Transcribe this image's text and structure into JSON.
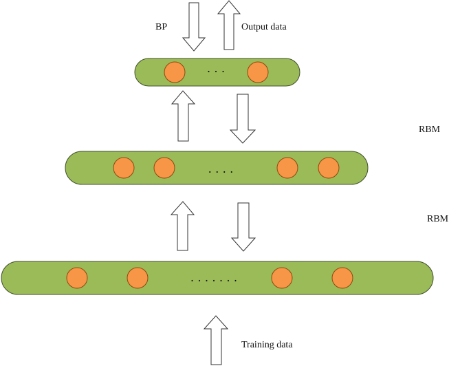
{
  "labels": {
    "bp": "BP",
    "output_data": "Output data",
    "rbm_upper": "RBM",
    "rbm_lower": "RBM",
    "training_data": "Training data"
  },
  "layers": [
    {
      "id": "output-layer",
      "visible_units": 2,
      "ellipsis": "· · ·"
    },
    {
      "id": "hidden-layer",
      "visible_units": 4,
      "ellipsis": "· · · ·"
    },
    {
      "id": "input-layer",
      "visible_units": 4,
      "ellipsis": "· · · · · · ·"
    }
  ],
  "colors": {
    "layer_fill": "#9bbb59",
    "layer_stroke": "#3f4f2a",
    "unit_fill": "#f79646",
    "unit_stroke": "#8a4a10",
    "arrow_fill": "#ffffff",
    "arrow_stroke": "#333333"
  }
}
